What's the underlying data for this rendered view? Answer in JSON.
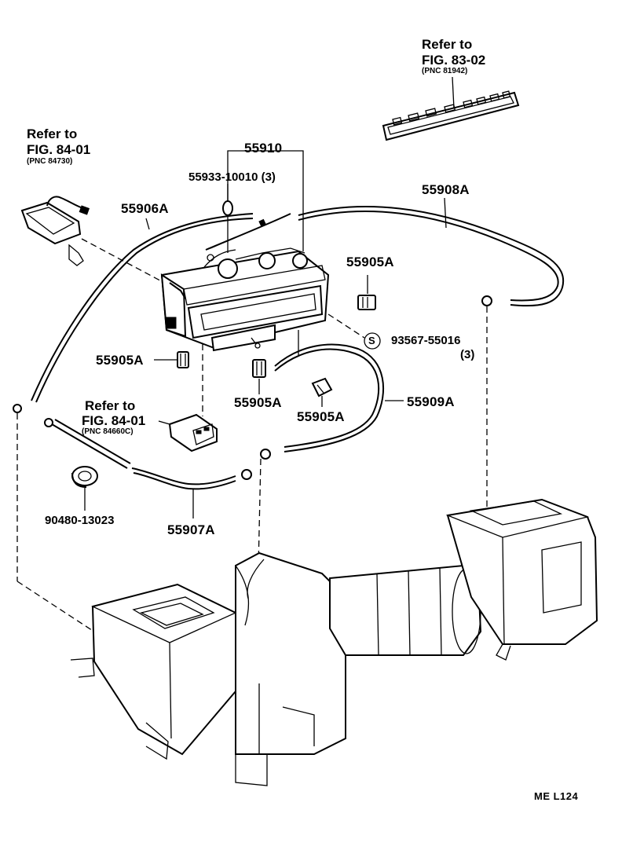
{
  "refs": [
    {
      "line1": "Refer to",
      "line2": "FIG. 83-02",
      "pnc": "(PNC 81942)"
    },
    {
      "line1": "Refer to",
      "line2": "FIG. 84-01",
      "pnc": "(PNC 84730)"
    },
    {
      "line1": "Refer to",
      "line2": "FIG. 84-01",
      "pnc": "(PNC 84660C)"
    }
  ],
  "parts": {
    "p55910": "55910",
    "p55933": "55933-10010 (3)",
    "p55906A": "55906A",
    "p55908A": "55908A",
    "p55905A_1": "55905A",
    "p55905A_2": "55905A",
    "p55905A_3": "55905A",
    "p55905A_4": "55905A",
    "p93567_symbol": "S",
    "p93567": "93567-55016",
    "p93567_qty": "(3)",
    "p55909A": "55909A",
    "p90480": "90480-13023",
    "p55907A": "55907A"
  },
  "code": "ME  L124"
}
